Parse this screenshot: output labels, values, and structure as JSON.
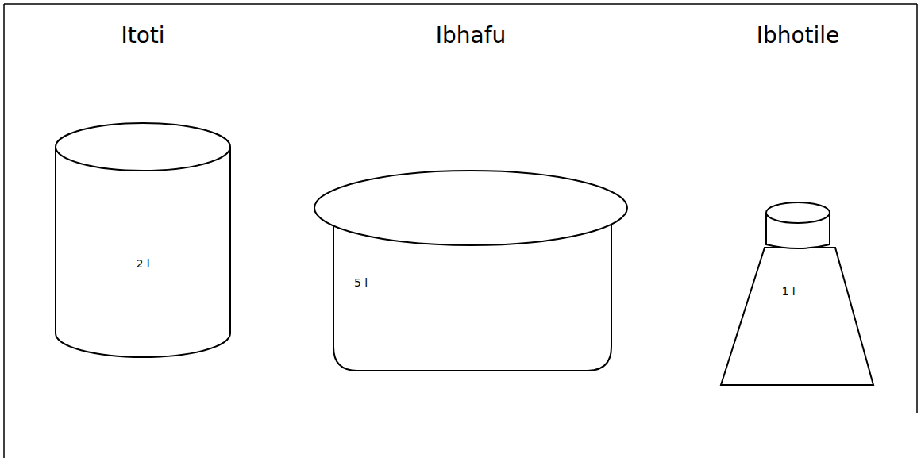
{
  "diagram": {
    "nodes": [
      {
        "text": [
          "Itoti",
          "2 l"
        ]
      },
      {
        "text": [
          "Ibhafu",
          "5 l"
        ]
      },
      {
        "text": [
          "Ibhotile",
          "1 l"
        ]
      }
    ]
  }
}
